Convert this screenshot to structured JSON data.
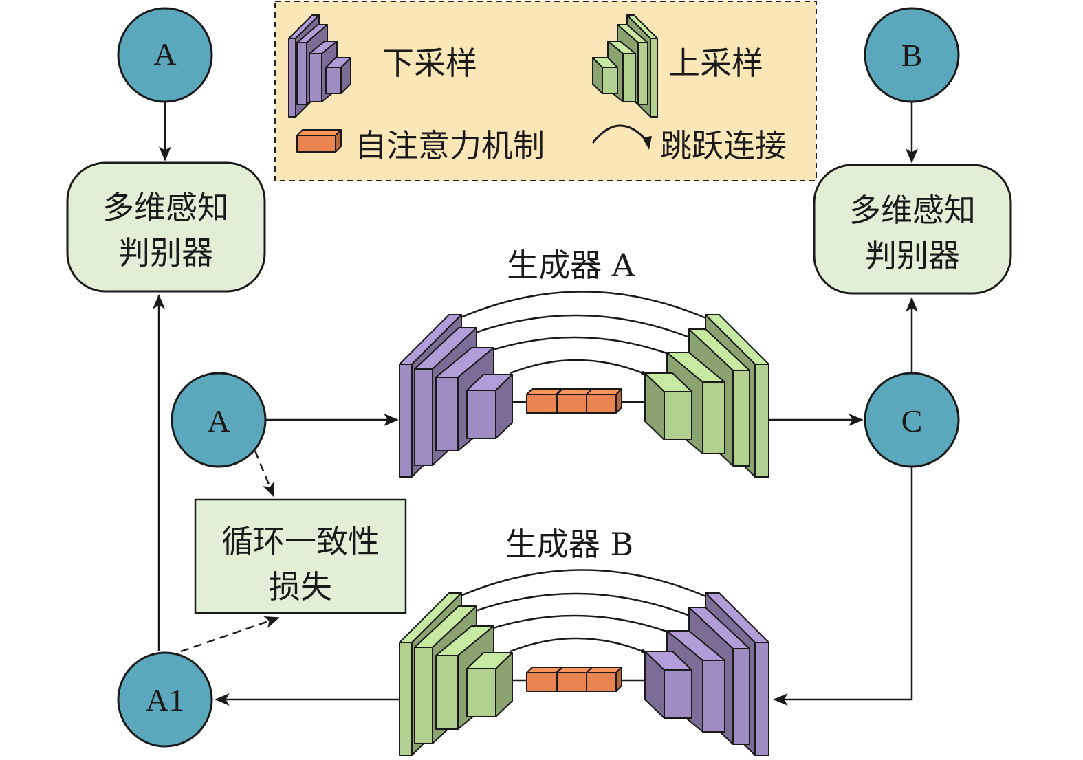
{
  "legend": {
    "downsample": "下采样",
    "upsample": "上采样",
    "attention": "自注意力机制",
    "skip": "跳跃连接"
  },
  "nodes": {
    "top_left": "A",
    "top_right": "B",
    "input": "A",
    "output": "C",
    "reconstructed": "A1"
  },
  "discriminator": {
    "line1": "多维感知",
    "line2": "判别器"
  },
  "generator_a": "生成器 A",
  "generator_b": "生成器 B",
  "loss": {
    "line1": "循环一致性",
    "line2": "损失"
  },
  "colors": {
    "node": "#5ba7bb",
    "discriminator": "#e2eed5",
    "legend_bg": "#fbe6b8",
    "purple": "#9f8cc2",
    "green": "#b2d191",
    "orange": "#ea8450"
  }
}
